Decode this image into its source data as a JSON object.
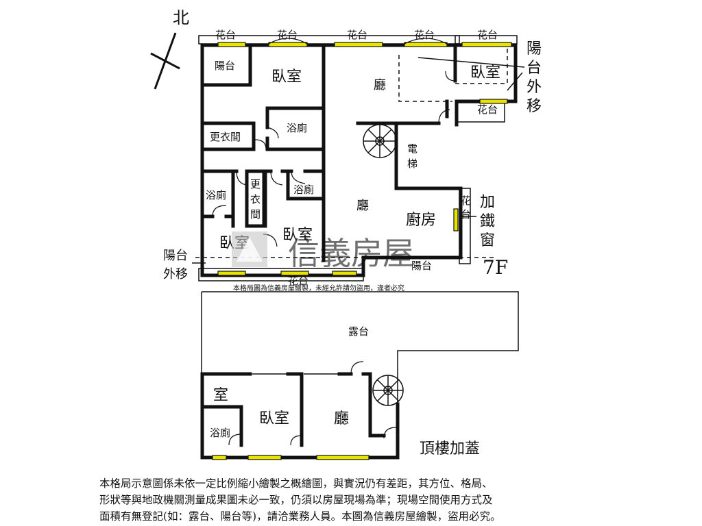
{
  "compass": {
    "north": "北"
  },
  "labels_7f": {
    "planter_1": "花台",
    "planter_2": "花台",
    "planter_3": "花台",
    "planter_4": "花台",
    "planter_5": "花台",
    "balcony_nw": "陽台",
    "bedroom_north": "臥室",
    "living_north": "廳",
    "bedroom_ne": "臥室",
    "balcony_move_right": [
      "陽",
      "台",
      "外",
      "移"
    ],
    "planter_east_small": "花台",
    "bath_1": "浴廁",
    "closet_1": "更衣間",
    "elevator": [
      "電",
      "梯"
    ],
    "bath_2": "浴廁",
    "closet_2": [
      "更",
      "衣",
      "間"
    ],
    "bath_3": "浴廁",
    "living_main": "廳",
    "kitchen": "廚房",
    "planter_kitchen": [
      "花",
      "台"
    ],
    "iron_window": [
      "加",
      "鐵",
      "窗"
    ],
    "bedroom_sw": "臥室",
    "bedroom_s": "臥室",
    "balcony_s": "陽台",
    "balcony_move_left": [
      "陽台",
      "外移"
    ],
    "planter_south": "花台",
    "floor": "7F"
  },
  "labels_roof": {
    "terrace": "露台",
    "room": "室",
    "bedroom": "臥室",
    "living": "廳",
    "bath": "浴廁",
    "roof_addition": "頂樓加蓋"
  },
  "watermark": {
    "brand": "信義房屋",
    "notice": "本格局圖為信義房屋繪製，未經允許請勿盜用，違者必究"
  },
  "disclaimer": [
    "本格局示意圖係未依一定比例縮小繪製之概繪圖，與實況仍有差距，其方位、格局、",
    "形狀等與地政機關測量成果圖未必一致，仍須以房屋現場為準；現場空間使用方式及",
    "面積有無登記(如：露台、陽台等)，請洽業務人員。本圖為信義房屋繪製，盜用必究。"
  ]
}
